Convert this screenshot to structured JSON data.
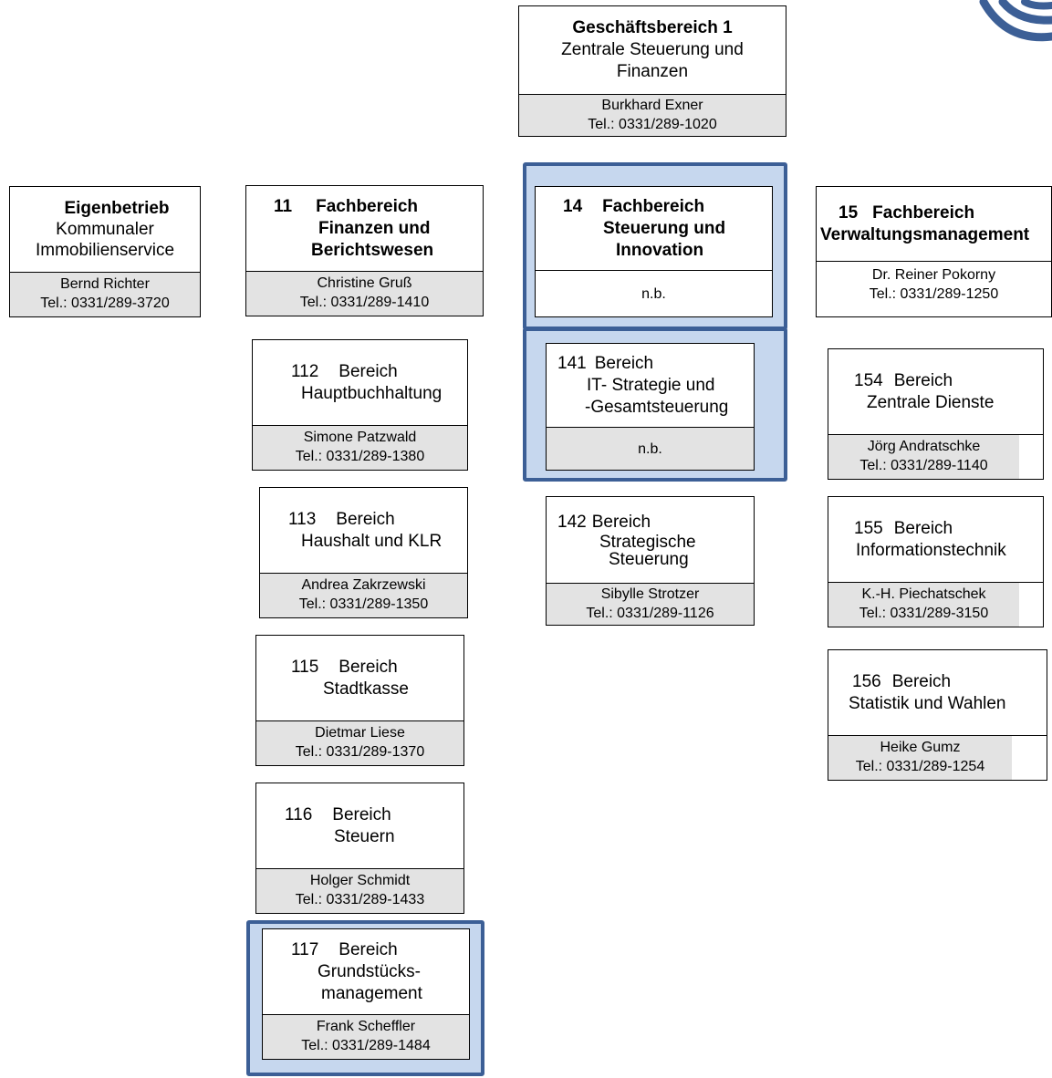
{
  "gb1": {
    "title": "Geschäftsbereich 1",
    "name_line1": "Zentrale Steuerung und",
    "name_line2": "Finanzen",
    "person": "Burkhard Exner",
    "tel": "Tel.: 0331/289-1020"
  },
  "eb": {
    "title": "Eigenbetrieb",
    "name_line1": "Kommunaler",
    "name_line2": "Immobilienservice",
    "person": "Bernd Richter",
    "tel": "Tel.: 0331/289-3720"
  },
  "fb11": {
    "number": "11",
    "line1": "Fachbereich",
    "line2": "Finanzen und",
    "line3": "Berichtswesen",
    "person": "Christine Gruß",
    "tel": "Tel.: 0331/289-1410"
  },
  "b112": {
    "number": "112",
    "line1": "Bereich",
    "line2": "Hauptbuchhaltung",
    "person": "Simone Patzwald",
    "tel": "Tel.: 0331/289-1380"
  },
  "b113": {
    "number": "113",
    "line1": "Bereich",
    "line2": "Haushalt und KLR",
    "person": "Andrea Zakrzewski",
    "tel": "Tel.: 0331/289-1350"
  },
  "b115": {
    "number": "115",
    "line1": "Bereich",
    "line2": "Stadtkasse",
    "person": "Dietmar Liese",
    "tel": "Tel.: 0331/289-1370"
  },
  "b116": {
    "number": "116",
    "line1": "Bereich",
    "line2": "Steuern",
    "person": "Holger Schmidt",
    "tel": "Tel.: 0331/289-1433"
  },
  "b117": {
    "number": "117",
    "line1": "Bereich",
    "line2": "Grundstücks-",
    "line3": "management",
    "person": "Frank Scheffler",
    "tel": "Tel.: 0331/289-1484"
  },
  "fb14": {
    "number": "14",
    "line1": "Fachbereich",
    "line2": "Steuerung und",
    "line3": "Innovation",
    "person": "n.b."
  },
  "b141": {
    "number": "141",
    "line1": "Bereich",
    "line2": "IT-  Strategie und",
    "line3": "-Gesamtsteuerung",
    "person": "n.b."
  },
  "b142": {
    "number": "142",
    "line1": "Bereich",
    "line2": "Strategische",
    "line3": "Steuerung",
    "person": "Sibylle Strotzer",
    "tel": "Tel.: 0331/289-1126"
  },
  "fb15": {
    "number": "15",
    "line1": "Fachbereich",
    "line2": "Verwaltungsmanagement",
    "person": "Dr.  Reiner Pokorny",
    "tel": "Tel.: 0331/289-1250"
  },
  "b154": {
    "number": "154",
    "line1": "Bereich",
    "line2": "Zentrale Dienste",
    "person": "Jörg Andratschke",
    "tel": "Tel.: 0331/289-1140"
  },
  "b155": {
    "number": "155",
    "line1": "Bereich",
    "line2": "Informationstechnik",
    "person": "K.-H. Piechatschek",
    "tel": "Tel.: 0331/289-3150"
  },
  "b156": {
    "number": "156",
    "line1": "Bereich",
    "line2": "Statistik und Wahlen",
    "person": "Heike Gumz",
    "tel": "Tel.: 0331/289-1254"
  },
  "colors": {
    "highlight_fill": "#c6d7ee",
    "highlight_border": "#3c5f96",
    "contact_fill": "#e3e3e3",
    "logo": "#3c5f96"
  },
  "icons": {
    "logo": "city-logo-icon"
  }
}
